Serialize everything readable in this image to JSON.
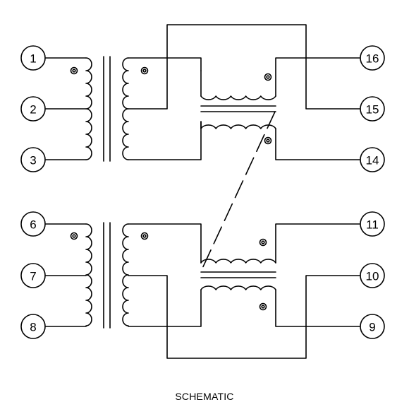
{
  "caption": "SCHEMATIC",
  "pins": {
    "p1": "1",
    "p2": "2",
    "p3": "3",
    "p6": "6",
    "p7": "7",
    "p8": "8",
    "p16": "16",
    "p15": "15",
    "p14": "14",
    "p11": "11",
    "p10": "10",
    "p9": "9"
  },
  "colors": {
    "line": "#000000",
    "background": "#ffffff"
  }
}
